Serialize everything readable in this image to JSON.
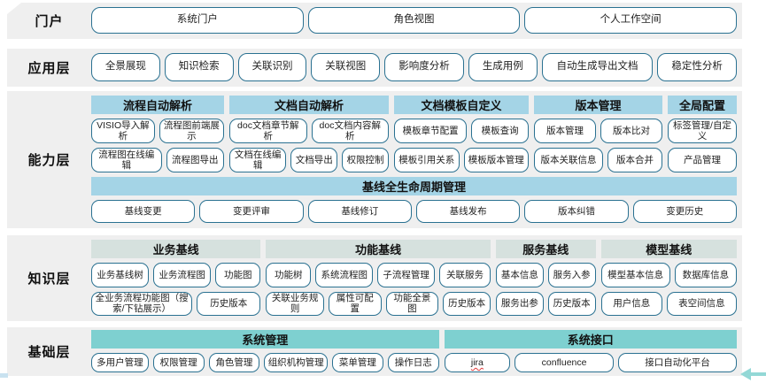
{
  "colors": {
    "band_background": "#efefef",
    "header_blue": "#a4d4e6",
    "header_sage": "#d6e1de",
    "header_teal": "#7ed0d0",
    "button_border": "#2a7191",
    "arrow_teal": "#93d8d6",
    "spellcheck_red": "#e03b3b",
    "corner_mark_blue": "#c9e2f0"
  },
  "decor": {
    "spellcheck_item": "jira"
  },
  "layers": [
    {
      "name": "portal",
      "label": "门户",
      "rows": [
        [
          "系统门户",
          "角色视图",
          "个人工作空间"
        ]
      ]
    },
    {
      "name": "application",
      "label": "应用层",
      "rows": [
        [
          "全景展现",
          "知识检索",
          "关联识别",
          "关联视图",
          "影响度分析",
          "生成用例",
          "自动生成导出文档",
          "稳定性分析"
        ]
      ]
    },
    {
      "name": "capability",
      "label": "能力层",
      "groups": [
        {
          "header": "流程自动解析",
          "rows": [
            [
              "VISIO导入解析",
              "流程图前端展示"
            ],
            [
              "流程图在线编辑",
              "流程图导出"
            ]
          ]
        },
        {
          "header": "文档自动解析",
          "rows": [
            [
              "doc文档章节解析",
              "doc文档内容解析"
            ],
            [
              "文档在线编辑",
              "文档导出",
              "权限控制"
            ]
          ]
        },
        {
          "header": "文档模板自定义",
          "rows": [
            [
              "模板章节配置",
              "模板查询"
            ],
            [
              "模板引用关系",
              "模板版本管理"
            ]
          ]
        },
        {
          "header": "版本管理",
          "rows": [
            [
              "版本管理",
              "版本比对"
            ],
            [
              "版本关联信息",
              "版本合并"
            ]
          ]
        },
        {
          "header": "全局配置",
          "rows": [
            [
              "标签管理/自定义"
            ],
            [
              "产品管理"
            ]
          ]
        }
      ],
      "wide_group": {
        "header": "基线全生命周期管理",
        "rows": [
          [
            "基线变更",
            "变更评审",
            "基线修订",
            "基线发布",
            "版本纠错",
            "变更历史"
          ]
        ]
      }
    },
    {
      "name": "knowledge",
      "label": "知识层",
      "groups": [
        {
          "header": "业务基线",
          "rows": [
            [
              "业务基线树",
              "业务流程图",
              "功能图"
            ],
            [
              "全业务流程功能图（搜索/下钻展示）",
              "历史版本"
            ]
          ]
        },
        {
          "header": "功能基线",
          "rows": [
            [
              "功能树",
              "系统流程图",
              "子流程管理",
              "关联服务"
            ],
            [
              "关联业务规则",
              "属性可配置",
              "功能全景图",
              "历史版本"
            ]
          ]
        },
        {
          "header": "服务基线",
          "rows": [
            [
              "基本信息",
              "服务入参"
            ],
            [
              "服务出参",
              "历史版本"
            ]
          ]
        },
        {
          "header": "模型基线",
          "rows": [
            [
              "模型基本信息",
              "数据库信息"
            ],
            [
              "用户信息",
              "表空间信息"
            ]
          ]
        }
      ]
    },
    {
      "name": "foundation",
      "label": "基础层",
      "groups": [
        {
          "header": "系统管理",
          "rows": [
            [
              "多用户管理",
              "权限管理",
              "角色管理",
              "组织机构管理",
              "菜单管理",
              "操作日志"
            ]
          ]
        },
        {
          "header": "系统接口",
          "rows": [
            [
              "jira",
              "confluence",
              "接口自动化平台"
            ]
          ]
        }
      ]
    }
  ]
}
